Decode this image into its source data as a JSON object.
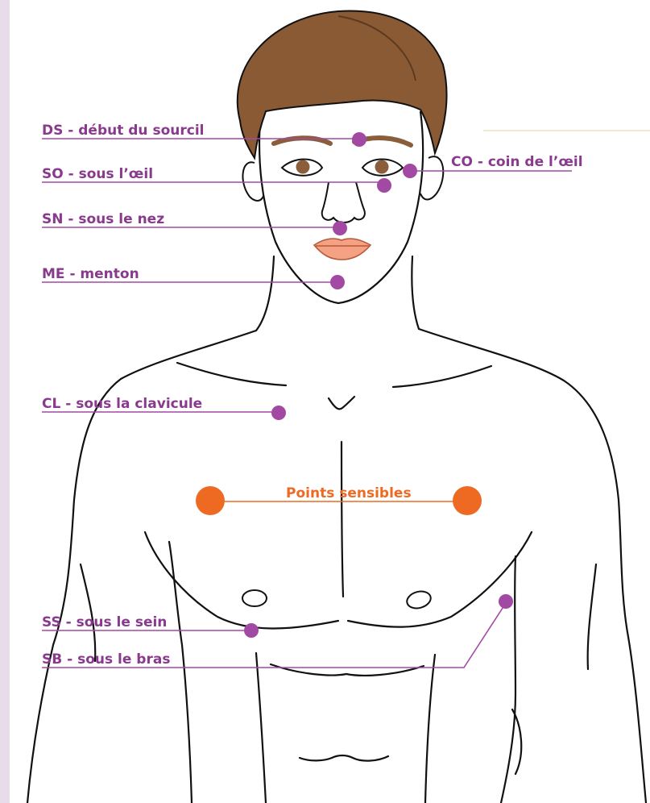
{
  "colors": {
    "point": "#a24aa3",
    "label": "#8a3a8e",
    "line": "#a24aa3",
    "sensitive": "#ee6a22",
    "hair": "#8a5a34",
    "eye": "#8a5e3a",
    "lips": "#f4a184",
    "sidebar": "#e8dbea"
  },
  "labels": {
    "ds": "DS - début du sourcil",
    "so": "SO - sous l’œil",
    "sn": "SN - sous le nez",
    "me": "ME - menton",
    "co": "CO - coin de l’œil",
    "cl": "CL - sous la clavicule",
    "ss": "SS - sous le sein",
    "sb": "SB - sous le bras",
    "sensitive": "Points sensibles"
  }
}
